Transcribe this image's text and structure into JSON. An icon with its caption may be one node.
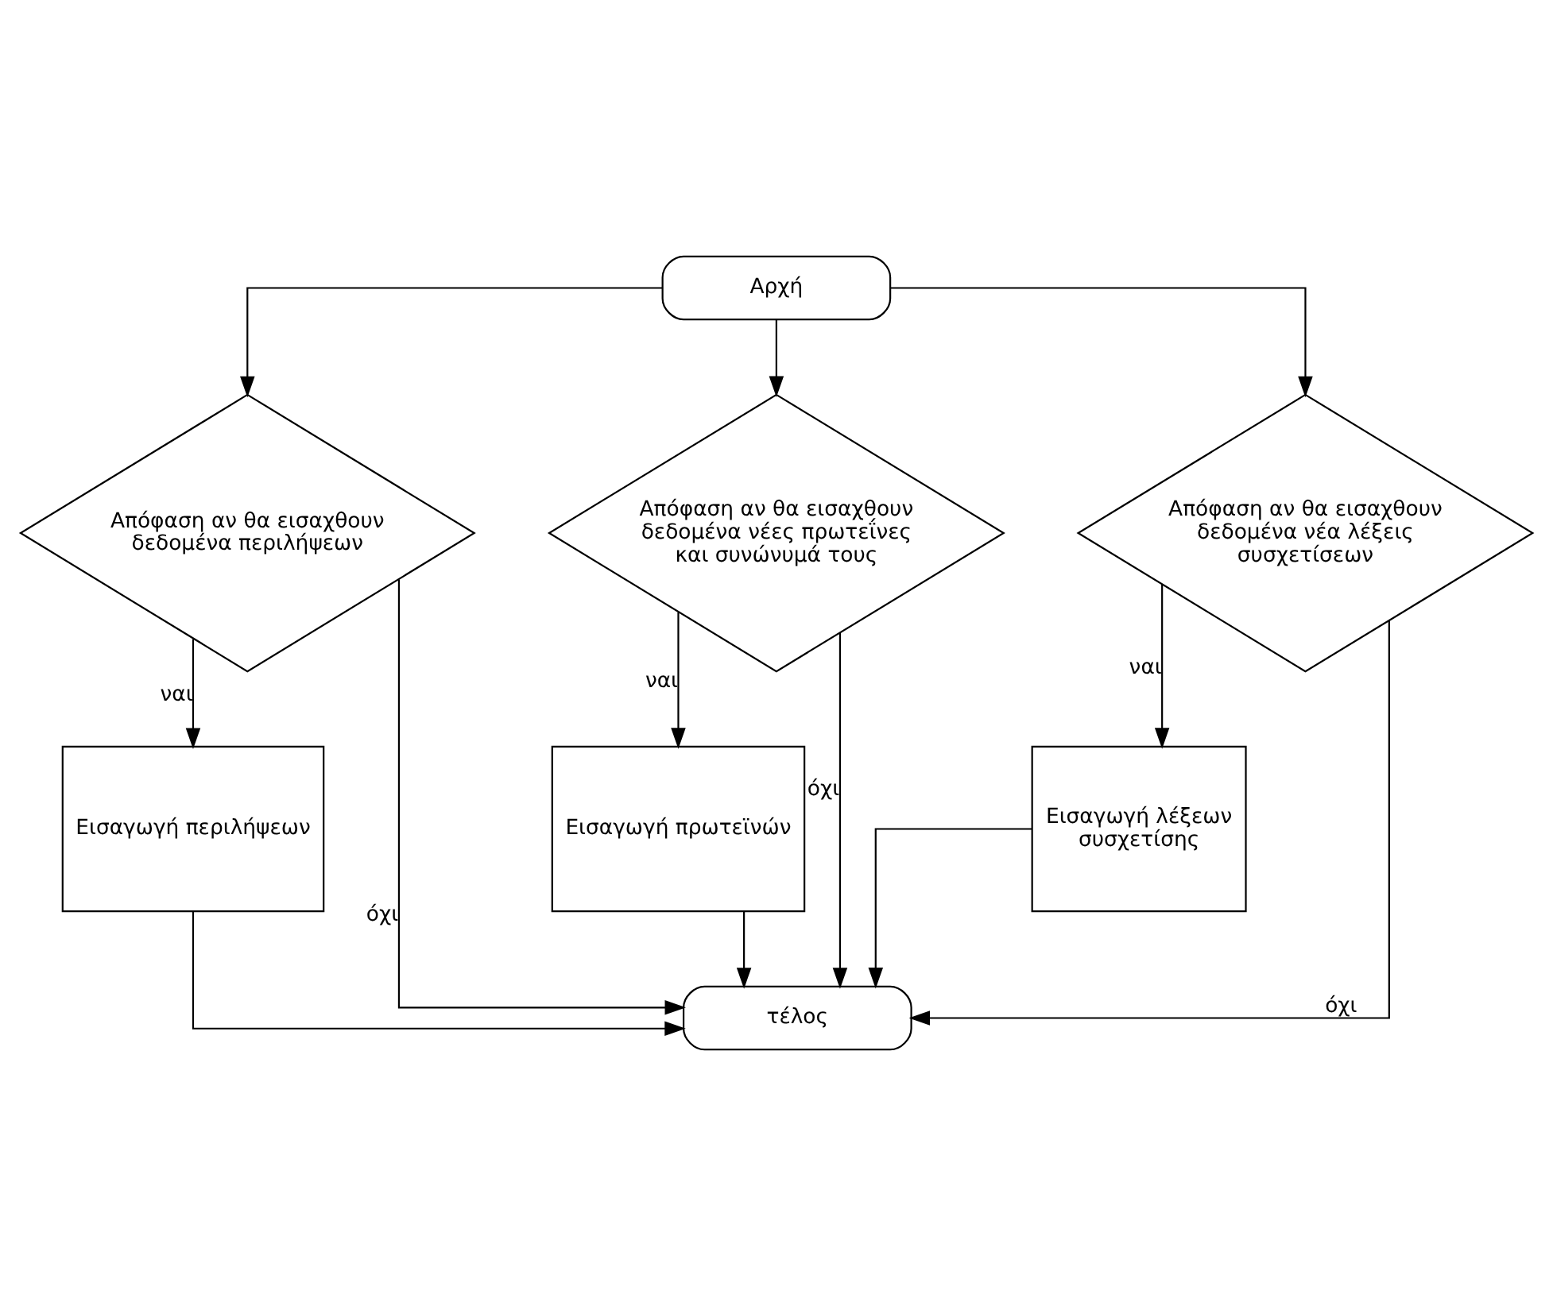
{
  "diagram": {
    "nodes": [
      {
        "text": [
          "Αρχή"
        ]
      },
      {
        "text": [
          "Απόφαση αν θα εισαχθουν δεδομένα περιλήψεων"
        ]
      },
      {
        "text": [
          "Απόφαση αν θα εισαχθουν δεδομένα νέες πρωτεΐνες και συνώνυμά τους"
        ]
      },
      {
        "text": [
          "Απόφαση αν θα εισαχθουν δεδομένα νέα λέξεις συσχετίσεων"
        ]
      },
      {
        "text": [
          "Εισαγωγή περιλήψεων"
        ]
      },
      {
        "text": [
          "Εισαγωγή πρωτεϊνών"
        ]
      },
      {
        "text": [
          "Εισαγωγή λέξεων συσχετίσης"
        ]
      },
      {
        "text": [
          "τέλος"
        ]
      }
    ],
    "edges": [
      {
        "from": 0,
        "to": 1,
        "arrow": "to"
      },
      {
        "from": 0,
        "to": 2,
        "arrow": "to"
      },
      {
        "from": 0,
        "to": 3,
        "arrow": "to"
      },
      {
        "from": 1,
        "to": 4,
        "arrow": "to",
        "label": "ναι"
      },
      {
        "from": 2,
        "to": 5,
        "arrow": "to",
        "label": "ναι"
      },
      {
        "from": 3,
        "to": 6,
        "arrow": "to",
        "label": "ναι"
      },
      {
        "from": 1,
        "to": 7,
        "arrow": "to",
        "label": "όχι"
      },
      {
        "from": 4,
        "to": 7,
        "arrow": "to"
      },
      {
        "from": 2,
        "to": 7,
        "arrow": "to",
        "label": "όχι"
      },
      {
        "from": 5,
        "to": 7,
        "arrow": "to"
      },
      {
        "from": 3,
        "to": 7,
        "arrow": "to",
        "label": "όχι"
      },
      {
        "from": 6,
        "to": 7,
        "arrow": "to"
      }
    ]
  }
}
